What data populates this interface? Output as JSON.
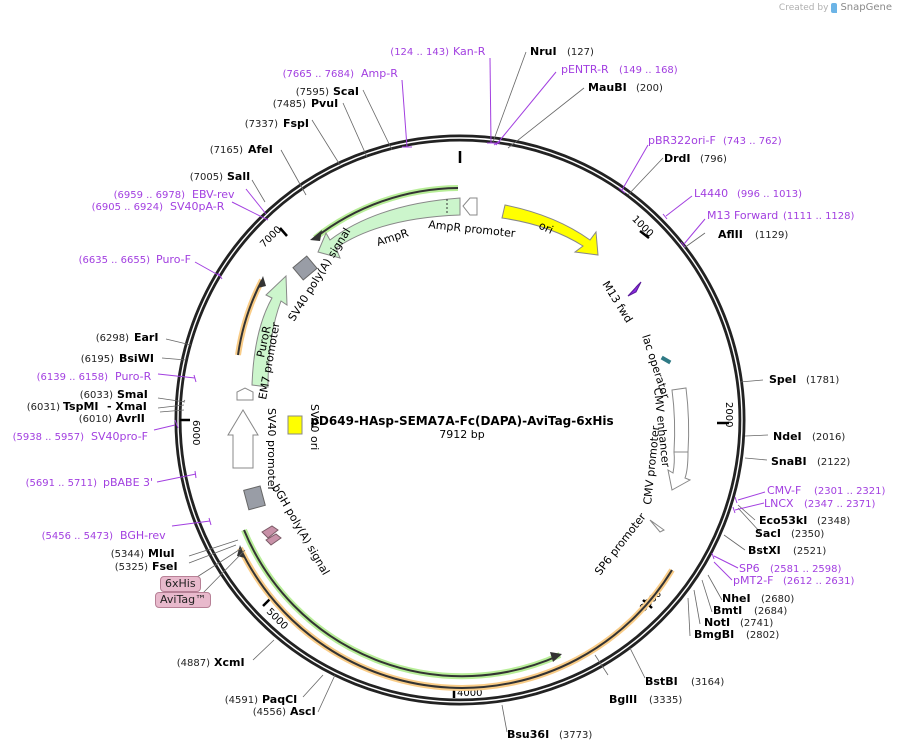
{
  "credit": {
    "prefix": "Created by",
    "brand": "SnapGene"
  },
  "plasmid": {
    "name": "pD649-HAsp-SEMA7A-Fc(DAPA)-AviTag-6xHis",
    "size": "7912 bp"
  },
  "ticks": [
    "1000",
    "2000",
    "3000",
    "4000",
    "5000",
    "6000",
    "7000"
  ],
  "enzymes": [
    {
      "name": "NruI",
      "pos": "(127)"
    },
    {
      "name": "MauBI",
      "pos": "(200)"
    },
    {
      "name": "DrdI",
      "pos": "(796)"
    },
    {
      "name": "AflII",
      "pos": "(1129)"
    },
    {
      "name": "SpeI",
      "pos": "(1781)"
    },
    {
      "name": "NdeI",
      "pos": "(2016)"
    },
    {
      "name": "SnaBI",
      "pos": "(2122)"
    },
    {
      "name": "Eco53kI",
      "pos": "(2348)"
    },
    {
      "name": "SacI",
      "pos": "(2350)"
    },
    {
      "name": "BstXI",
      "pos": "(2521)"
    },
    {
      "name": "NheI",
      "pos": "(2680)"
    },
    {
      "name": "BmtI",
      "pos": "(2684)"
    },
    {
      "name": "NotI",
      "pos": "(2741)"
    },
    {
      "name": "BmgBI",
      "pos": "(2802)"
    },
    {
      "name": "BstBI",
      "pos": "(3164)"
    },
    {
      "name": "BglII",
      "pos": "(3335)"
    },
    {
      "name": "Bsu36I",
      "pos": "(3773)"
    },
    {
      "name": "AscI",
      "pos": "(4556)"
    },
    {
      "name": "PaqCI",
      "pos": "(4591)"
    },
    {
      "name": "XcmI",
      "pos": "(4887)"
    },
    {
      "name": "FseI",
      "pos": "(5325)"
    },
    {
      "name": "MluI",
      "pos": "(5344)"
    },
    {
      "name": "AvrII",
      "pos": "(6010)"
    },
    {
      "name": "TspMI",
      "pos": "(6031)"
    },
    {
      "name": "XmaI",
      "pos": "- XmaI"
    },
    {
      "name": "SmaI",
      "pos": "(6033)"
    },
    {
      "name": "BsiWI",
      "pos": "(6195)"
    },
    {
      "name": "EarI",
      "pos": "(6298)"
    },
    {
      "name": "SalI",
      "pos": "(7005)"
    },
    {
      "name": "AfeI",
      "pos": "(7165)"
    },
    {
      "name": "FspI",
      "pos": "(7337)"
    },
    {
      "name": "PvuI",
      "pos": "(7485)"
    },
    {
      "name": "ScaI",
      "pos": "(7595)"
    }
  ],
  "primers": [
    {
      "name": "Kan-R",
      "range": "(124 .. 143)"
    },
    {
      "name": "pENTR-R",
      "range": "(149 .. 168)"
    },
    {
      "name": "pBR322ori-F",
      "range": "(743 .. 762)"
    },
    {
      "name": "L4440",
      "range": "(996 .. 1013)"
    },
    {
      "name": "M13 Forward",
      "range": "(1111 .. 1128)"
    },
    {
      "name": "CMV-F",
      "range": "(2301 .. 2321)"
    },
    {
      "name": "LNCX",
      "range": "(2347 .. 2371)"
    },
    {
      "name": "SP6",
      "range": "(2581 .. 2598)"
    },
    {
      "name": "pMT2-F",
      "range": "(2612 .. 2631)"
    },
    {
      "name": "BGH-rev",
      "range": "(5456 .. 5473)"
    },
    {
      "name": "pBABE 3'",
      "range": "(5691 .. 5711)"
    },
    {
      "name": "SV40pro-F",
      "range": "(5938 .. 5957)"
    },
    {
      "name": "Puro-R",
      "range": "(6139 .. 6158)"
    },
    {
      "name": "Puro-F",
      "range": "(6635 .. 6655)"
    },
    {
      "name": "SV40pA-R",
      "range": "(6905 .. 6924)"
    },
    {
      "name": "EBV-rev",
      "range": "(6959 .. 6978)"
    },
    {
      "name": "Amp-R",
      "range": "(7665 .. 7684)"
    }
  ],
  "features": [
    {
      "name": "ori",
      "color": "#ffff00"
    },
    {
      "name": "AmpR",
      "color": "#ccf5cc"
    },
    {
      "name": "AmpR promoter",
      "color": "#ffffff"
    },
    {
      "name": "SV40 poly(A) signal",
      "color": "#999da6"
    },
    {
      "name": "PuroR",
      "color": "#ccf5cc"
    },
    {
      "name": "EM7 promoter",
      "color": "#ffffff"
    },
    {
      "name": "SV40 promoter",
      "color": "#ffffff"
    },
    {
      "name": "SV40 ori",
      "color": "#ffff00"
    },
    {
      "name": "bGH poly(A) signal",
      "color": "#999da6"
    },
    {
      "name": "M13 fwd",
      "color": "#8a2be2"
    },
    {
      "name": "lac operator",
      "color": "#2f7a85"
    },
    {
      "name": "CMV enhancer",
      "color": "#ffffff"
    },
    {
      "name": "CMV promoter",
      "color": "#ffffff"
    },
    {
      "name": "SP6 promoter",
      "color": "#ffffff"
    }
  ],
  "tags": [
    {
      "name": "6xHis",
      "color": "#e8b9cc"
    },
    {
      "name": "AviTag™",
      "color": "#e8b9cc"
    }
  ]
}
